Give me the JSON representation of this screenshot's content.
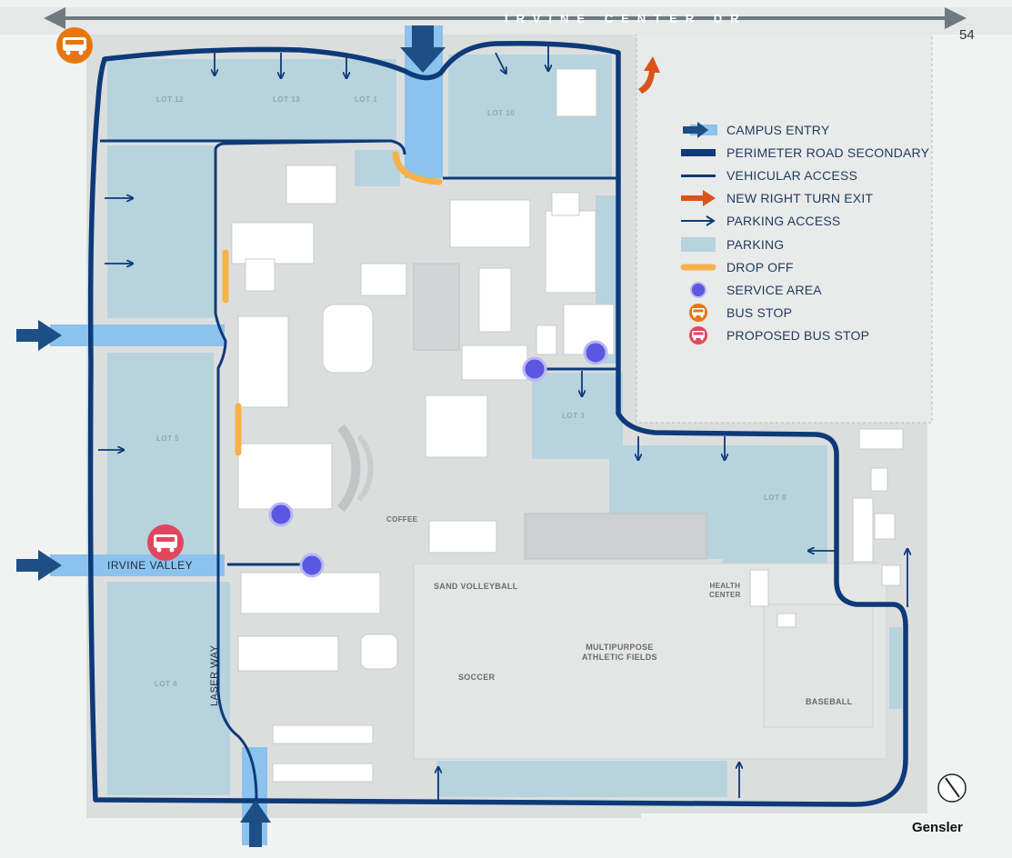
{
  "title": "IRVINE CENTER DR",
  "page_number": "54",
  "brand": "Gensler",
  "streets": {
    "irvine_valley": "IRVINE VALLEY",
    "laser_way": "LASER WAY"
  },
  "areas": {
    "sand_volleyball": "SAND VOLLEYBALL",
    "multipurpose": "MULTIPURPOSE\nATHLETIC FIELDS",
    "soccer": "SOCCER",
    "baseball": "BASEBALL",
    "health_center": "HEALTH\nCENTER",
    "coffee": "COFFEE"
  },
  "lots": {
    "lot12": "LOT 12",
    "lot13": "LOT 13",
    "lot1": "LOT 1",
    "lot10": "LOT 10",
    "lot5": "LOT 5",
    "lot6": "LOT 6",
    "lot8": "LOT 8",
    "lot3": "LOT 3"
  },
  "legend": [
    {
      "symbol": "campus-entry",
      "label": "CAMPUS ENTRY"
    },
    {
      "symbol": "perimeter-road",
      "label": "PERIMETER ROAD SECONDARY"
    },
    {
      "symbol": "vehicular-access",
      "label": "VEHICULAR ACCESS"
    },
    {
      "symbol": "right-turn-exit",
      "label": "NEW RIGHT TURN EXIT"
    },
    {
      "symbol": "parking-access",
      "label": "PARKING ACCESS"
    },
    {
      "symbol": "parking",
      "label": "PARKING"
    },
    {
      "symbol": "drop-off",
      "label": "DROP OFF"
    },
    {
      "symbol": "service-area",
      "label": "SERVICE AREA"
    },
    {
      "symbol": "bus-stop",
      "label": "BUS STOP"
    },
    {
      "symbol": "proposed-bus-stop",
      "label": "PROPOSED BUS STOP"
    }
  ],
  "colors": {
    "perimeter_road": "#0d3a78",
    "entry": "#1d4f86",
    "entry_band": "#8cc2ee",
    "parking": "#b7d3de",
    "drop_off": "#f6b24a",
    "service_area": "#5b57e0",
    "bus_stop": "#e8760f",
    "proposed_bus_stop": "#e0475d",
    "right_turn_exit": "#d9541a"
  }
}
